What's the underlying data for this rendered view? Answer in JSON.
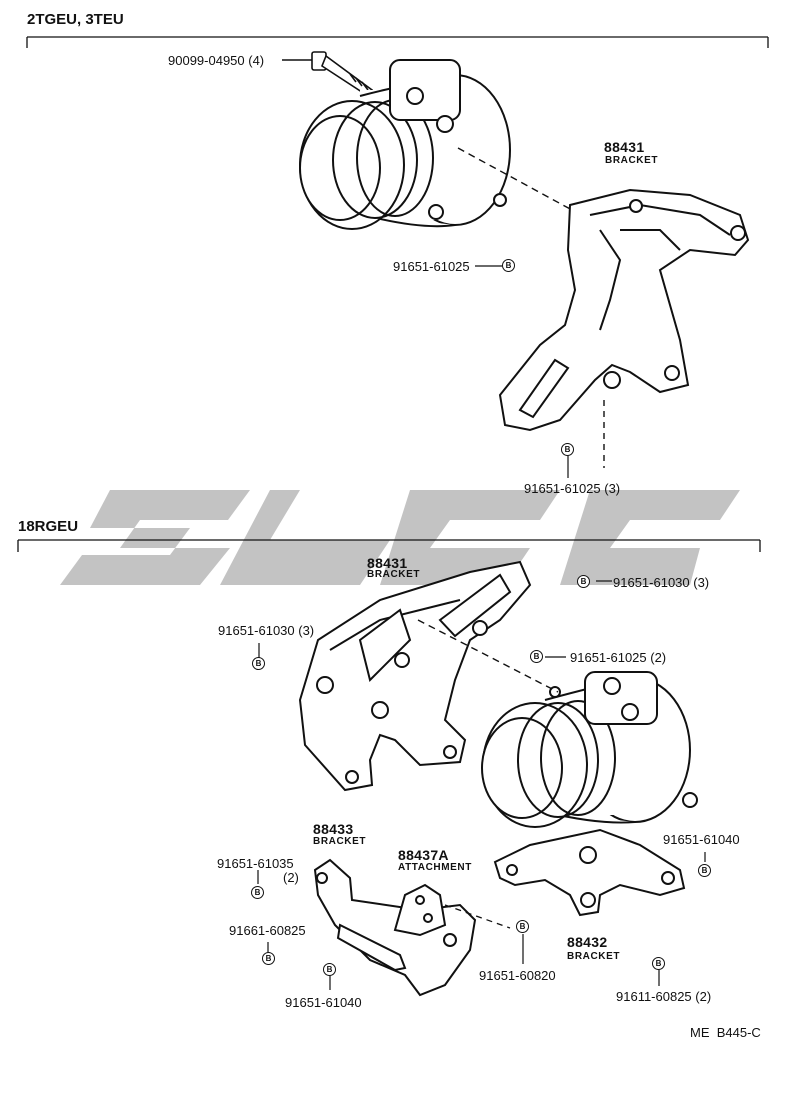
{
  "sections": {
    "top": "2TGEU, 3TEU",
    "bottom": "18RGEU"
  },
  "bolt_mark": "B",
  "top_parts": {
    "bolt_a": "90099-04950 (4)",
    "bracket_no": "88431",
    "bracket_name": "BRACKET",
    "bolt_b": "91651-61025",
    "bolt_c": "91651-61025 (3)"
  },
  "bottom_parts": {
    "bracket1_no": "88431",
    "bracket1_name": "BRACKET",
    "bolt_1": "91651-61030 (3)",
    "bolt_2": "91651-61030 (3)",
    "bolt_3": "91651-61025 (2)",
    "bracket2_no": "88433",
    "bracket2_name": "BRACKET",
    "attach_no": "88437A",
    "attach_name": "ATTACHMENT",
    "bolt_4": "91651-61040",
    "bolt_5": "91651-61035",
    "bolt_5_qty": "(2)",
    "bolt_6": "91661-60825",
    "bolt_7": "91651-60820",
    "bolt_8": "91651-61040",
    "bracket3_no": "88432",
    "bracket3_name": "BRACKET",
    "bolt_9": "91611-60825 (2)"
  },
  "figure_code": "ME  B445-C"
}
